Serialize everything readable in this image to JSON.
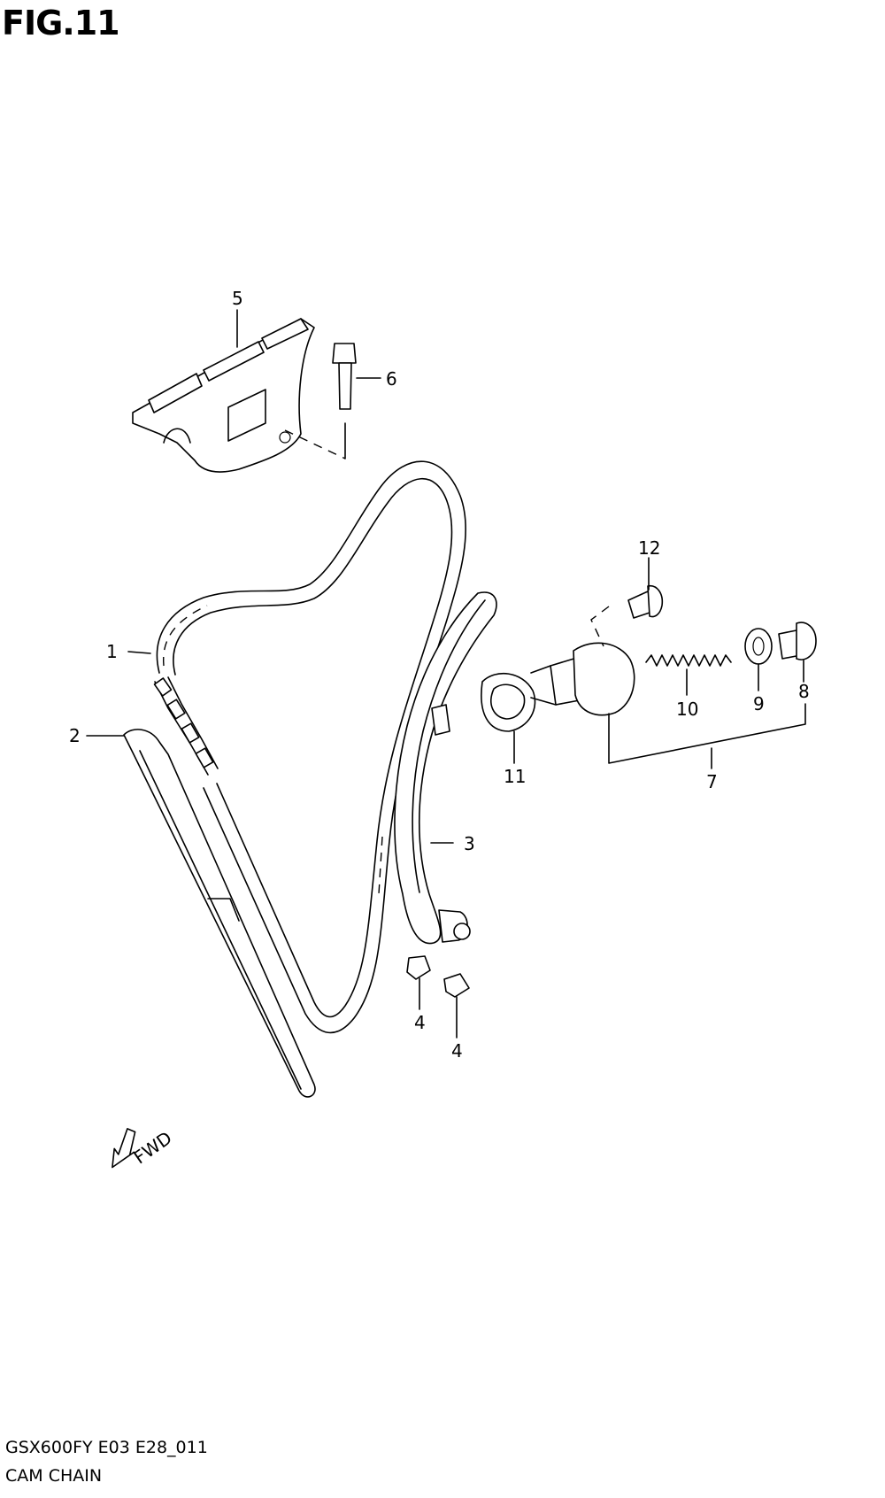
{
  "figure": {
    "title": "FIG.11"
  },
  "footer": {
    "code": "GSX600FY E03 E28_011",
    "name": "CAM CHAIN"
  },
  "callouts": [
    "1",
    "2",
    "3",
    "4",
    "4",
    "5",
    "6",
    "7",
    "8",
    "9",
    "10",
    "11",
    "12"
  ],
  "fwd_label": "FWD"
}
